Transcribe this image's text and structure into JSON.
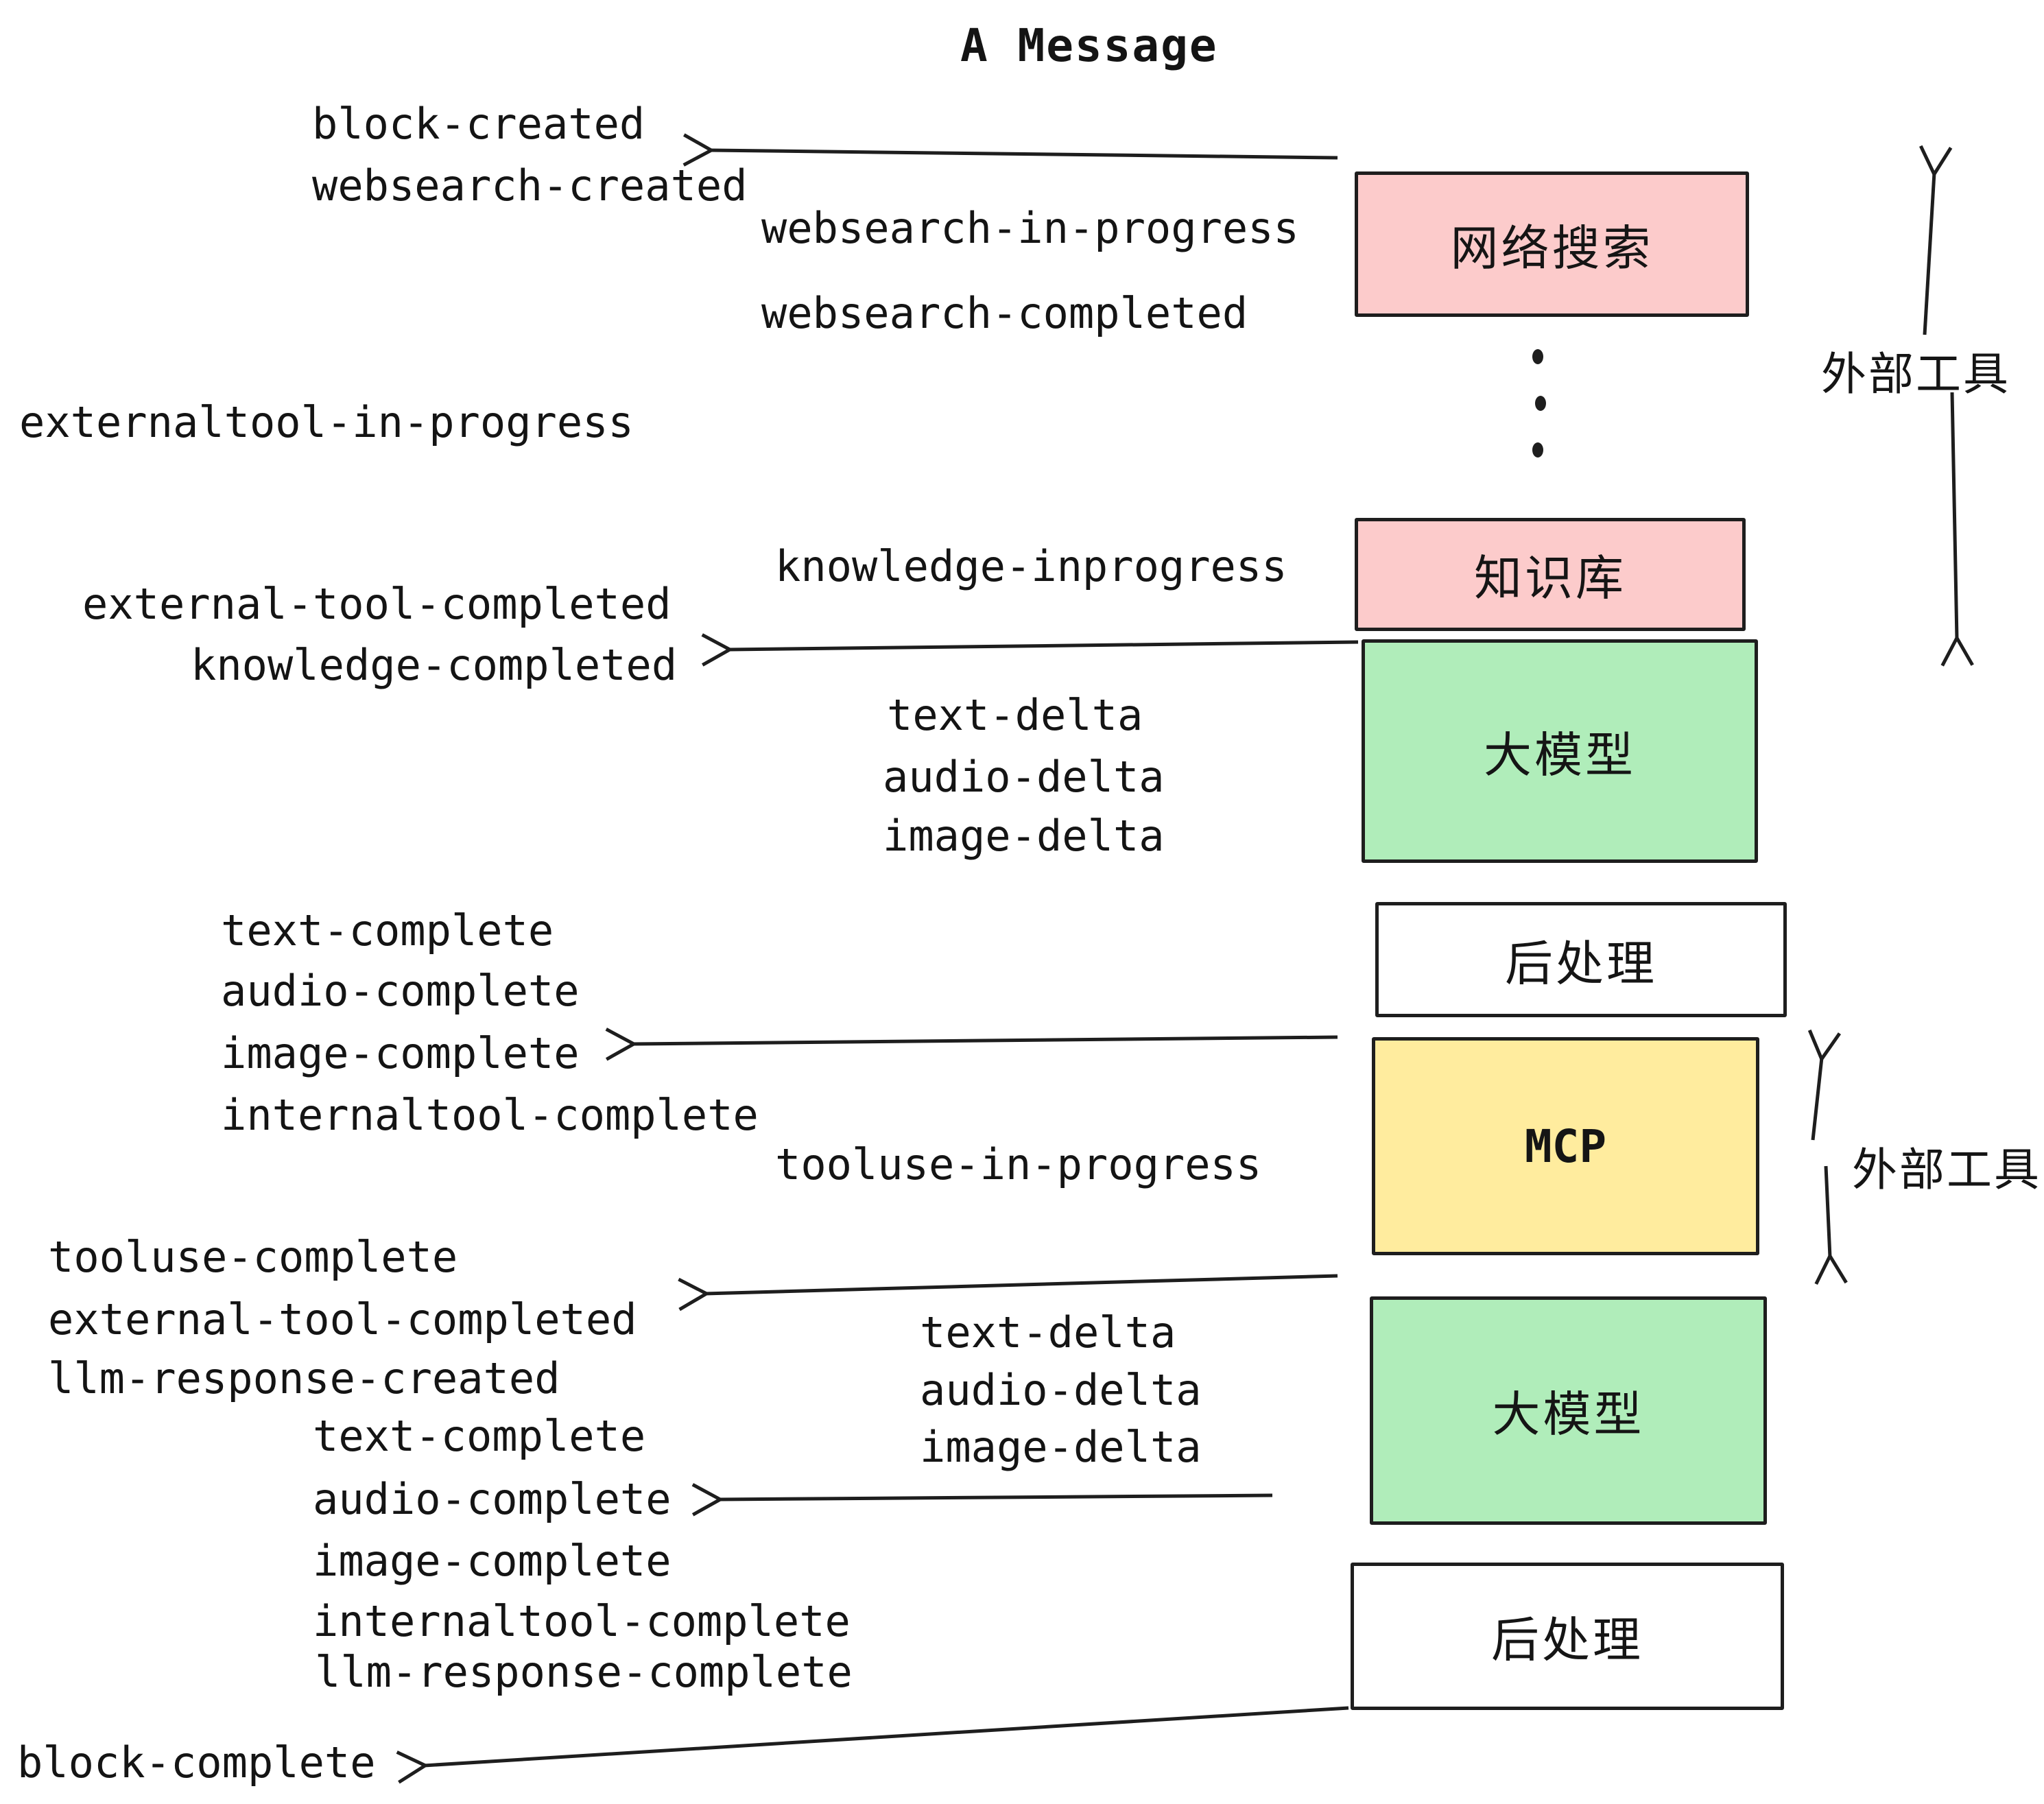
{
  "title": "A Message",
  "colors": {
    "pink": "#fccbcb",
    "green": "#b0edba",
    "yellow": "#ffec9e",
    "white": "#ffffff",
    "stroke": "#1e1e1e",
    "text": "#141414"
  },
  "boxes": [
    {
      "id": "websearch",
      "label": "网络搜索",
      "fill": "pink"
    },
    {
      "id": "knowledge",
      "label": "知识库",
      "fill": "pink"
    },
    {
      "id": "llm-1",
      "label": "大模型",
      "fill": "green"
    },
    {
      "id": "post-1",
      "label": "后处理",
      "fill": "white"
    },
    {
      "id": "mcp",
      "label": "MCP",
      "fill": "yellow"
    },
    {
      "id": "llm-2",
      "label": "大模型",
      "fill": "green"
    },
    {
      "id": "post-2",
      "label": "后处理",
      "fill": "white"
    }
  ],
  "side_labels": [
    {
      "id": "external-tools-top",
      "text": "外部工具"
    },
    {
      "id": "external-tools-bottom",
      "text": "外部工具"
    }
  ],
  "events": [
    {
      "id": "block-created",
      "text": "block-created"
    },
    {
      "id": "websearch-created",
      "text": "websearch-created"
    },
    {
      "id": "websearch-in-progress",
      "text": "websearch-in-progress"
    },
    {
      "id": "websearch-completed",
      "text": "websearch-completed"
    },
    {
      "id": "externaltool-in-progress",
      "text": "externaltool-in-progress"
    },
    {
      "id": "knowledge-inprogress",
      "text": "knowledge-inprogress"
    },
    {
      "id": "external-tool-completed-1",
      "text": "external-tool-completed"
    },
    {
      "id": "knowledge-completed",
      "text": "knowledge-completed"
    },
    {
      "id": "text-delta-1",
      "text": "text-delta"
    },
    {
      "id": "audio-delta-1",
      "text": "audio-delta"
    },
    {
      "id": "image-delta-1",
      "text": "image-delta"
    },
    {
      "id": "text-complete-1",
      "text": "text-complete"
    },
    {
      "id": "audio-complete-1",
      "text": "audio-complete"
    },
    {
      "id": "image-complete-1",
      "text": "image-complete"
    },
    {
      "id": "internaltool-complete-1",
      "text": "internaltool-complete"
    },
    {
      "id": "tooluse-in-progress",
      "text": "tooluse-in-progress"
    },
    {
      "id": "tooluse-complete",
      "text": "tooluse-complete"
    },
    {
      "id": "external-tool-completed-2",
      "text": "external-tool-completed"
    },
    {
      "id": "llm-response-created",
      "text": "llm-response-created"
    },
    {
      "id": "text-delta-2",
      "text": "text-delta"
    },
    {
      "id": "audio-delta-2",
      "text": "audio-delta"
    },
    {
      "id": "image-delta-2",
      "text": "image-delta"
    },
    {
      "id": "text-complete-2",
      "text": "text-complete"
    },
    {
      "id": "audio-complete-2",
      "text": "audio-complete"
    },
    {
      "id": "image-complete-2",
      "text": "image-complete"
    },
    {
      "id": "internaltool-complete-2",
      "text": "internaltool-complete"
    },
    {
      "id": "llm-response-complete",
      "text": "llm-response-complete"
    },
    {
      "id": "block-complete",
      "text": "block-complete"
    }
  ]
}
